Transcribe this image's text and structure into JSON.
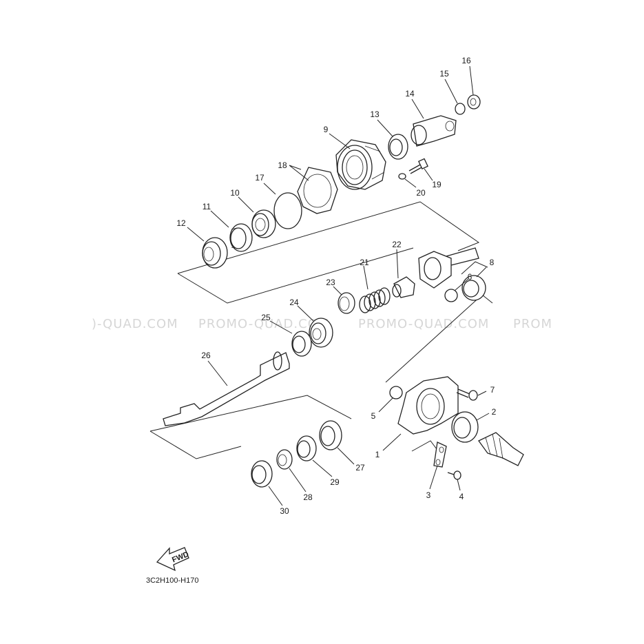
{
  "watermark": {
    "left": ")-QUAD.COM",
    "center_a": "PROMO-QUAD.COM",
    "center_b": "PROMO-QUAD.COM",
    "right": "PROM"
  },
  "callouts": [
    "1",
    "2",
    "3",
    "4",
    "5",
    "6",
    "7",
    "8",
    "9",
    "10",
    "11",
    "12",
    "13",
    "14",
    "15",
    "16",
    "17",
    "18",
    "19",
    "20",
    "21",
    "22",
    "23",
    "24",
    "25",
    "26",
    "27",
    "28",
    "29",
    "30"
  ],
  "fwd_label": "FWD",
  "reference": "3C2H100-H170"
}
